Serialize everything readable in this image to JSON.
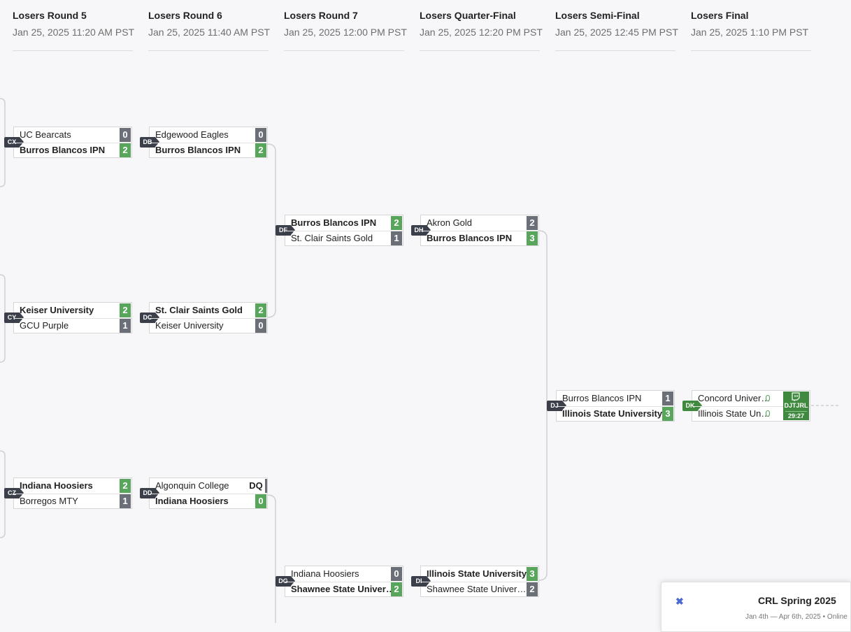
{
  "rounds": [
    {
      "title": "Losers Round 5",
      "time": "Jan 25, 2025 11:20 AM PST"
    },
    {
      "title": "Losers Round 6",
      "time": "Jan 25, 2025 11:40 AM PST"
    },
    {
      "title": "Losers Round 7",
      "time": "Jan 25, 2025 12:00 PM PST"
    },
    {
      "title": "Losers Quarter-Final",
      "time": "Jan 25, 2025 12:20 PM PST"
    },
    {
      "title": "Losers Semi-Final",
      "time": "Jan 25, 2025 12:45 PM PST"
    },
    {
      "title": "Losers Final",
      "time": "Jan 25, 2025 1:10 PM PST"
    }
  ],
  "matches": {
    "CX": {
      "label": "CX",
      "team1": {
        "name": "UC Bearcats",
        "score": "0"
      },
      "team2": {
        "name": "Burros Blancos IPN",
        "score": "2"
      }
    },
    "CY": {
      "label": "CY",
      "team1": {
        "name": "Keiser University",
        "score": "2"
      },
      "team2": {
        "name": "GCU Purple",
        "score": "1"
      }
    },
    "CZ": {
      "label": "CZ",
      "team1": {
        "name": "Indiana Hoosiers",
        "score": "2"
      },
      "team2": {
        "name": "Borregos MTY",
        "score": "1"
      }
    },
    "DB": {
      "label": "DB",
      "team1": {
        "name": "Edgewood Eagles",
        "score": "0"
      },
      "team2": {
        "name": "Burros Blancos IPN",
        "score": "2"
      }
    },
    "DC": {
      "label": "DC",
      "team1": {
        "name": "St. Clair Saints Gold",
        "score": "2"
      },
      "team2": {
        "name": "Keiser University",
        "score": "0"
      }
    },
    "DD": {
      "label": "DD",
      "team1": {
        "name": "Algonquin College",
        "score": "DQ"
      },
      "team2": {
        "name": "Indiana Hoosiers",
        "score": "0"
      }
    },
    "DF": {
      "label": "DF",
      "team1": {
        "name": "Burros Blancos IPN",
        "score": "2"
      },
      "team2": {
        "name": "St. Clair Saints Gold",
        "score": "1"
      }
    },
    "DG": {
      "label": "DG",
      "team1": {
        "name": "Indiana Hoosiers",
        "score": "0"
      },
      "team2": {
        "name": "Shawnee State Univer…",
        "score": "2"
      }
    },
    "DH": {
      "label": "DH",
      "team1": {
        "name": "Akron Gold",
        "score": "2"
      },
      "team2": {
        "name": "Burros Blancos IPN",
        "score": "3"
      }
    },
    "DI": {
      "label": "DI",
      "team1": {
        "name": "Illinois State University",
        "score": "3"
      },
      "team2": {
        "name": "Shawnee State Univer…",
        "score": "2"
      }
    },
    "DJ": {
      "label": "DJ",
      "team1": {
        "name": "Burros Blancos IPN",
        "score": "1"
      },
      "team2": {
        "name": "Illinois State University",
        "score": "3"
      }
    },
    "DK": {
      "label": "DK",
      "team1": {
        "name": "Concord Univer…",
        "score": "0"
      },
      "team2": {
        "name": "Illinois State Un…",
        "score": "0"
      },
      "live_code": "DJTJRL",
      "live_time": "29:27"
    }
  },
  "toast": {
    "title": "CRL Spring 2025",
    "subtitle": "Jan 4th — Apr 6th, 2025 • Online"
  },
  "colors": {
    "win": "#58a55c",
    "lose": "#6b6f78",
    "live": "#3f8a3f",
    "label": "#3b3f4a"
  },
  "icons": {
    "close": "close-icon",
    "stream": "twitch-icon"
  }
}
